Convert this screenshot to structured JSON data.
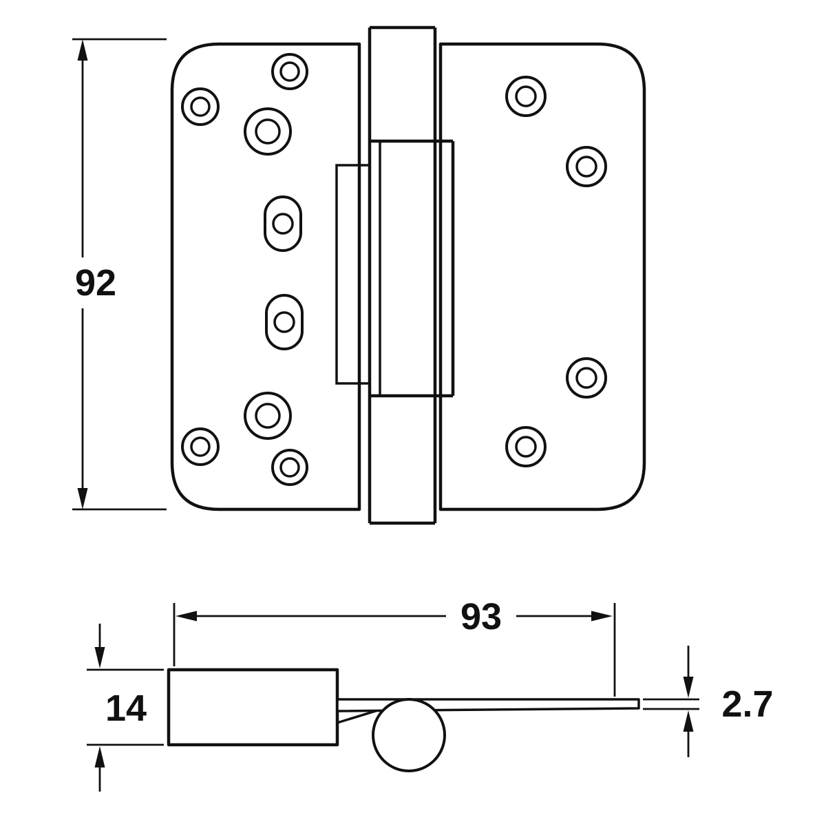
{
  "diagram": {
    "background_color": "#ffffff",
    "line_color": "#111111",
    "dimensions": {
      "height": "92",
      "width": "93",
      "block_height": "14",
      "plate_thickness": "2.7"
    }
  }
}
